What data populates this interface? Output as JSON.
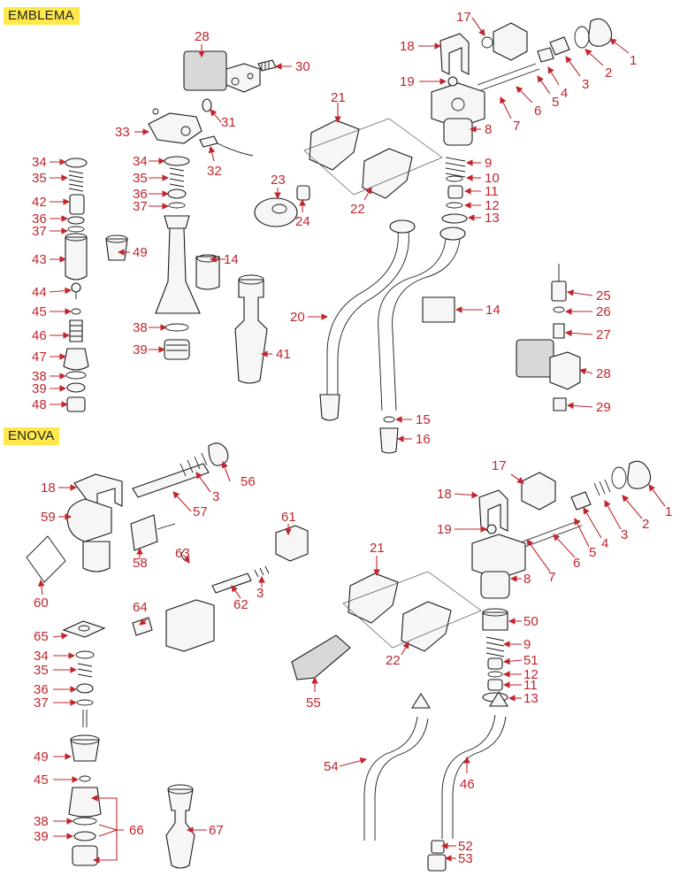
{
  "sections": {
    "emblema": "EMBLEMA",
    "enova": "ENOVA"
  },
  "leader_color": "#c0262d",
  "label_bg": "#ffe94a",
  "callouts": {
    "e1": "1",
    "e2": "2",
    "e3": "3",
    "e4": "4",
    "e5": "5",
    "e6": "6",
    "e7": "7",
    "e8": "8",
    "e9": "9",
    "e10": "10",
    "e11": "11",
    "e12": "12",
    "e13": "13",
    "e14a": "14",
    "e14b": "14",
    "e15": "15",
    "e16": "16",
    "e17": "17",
    "e18": "18",
    "e19": "19",
    "e20": "20",
    "e21": "21",
    "e22": "22",
    "e23": "23",
    "e24": "24",
    "e25": "25",
    "e26": "26",
    "e27": "27",
    "e28a": "28",
    "e28b": "28",
    "e29": "29",
    "e30": "30",
    "e31": "31",
    "e32": "32",
    "e33": "33",
    "e34a": "34",
    "e34b": "34",
    "e35a": "35",
    "e35b": "35",
    "e36a": "36",
    "e36b": "36",
    "e37a": "37",
    "e37b": "37",
    "e38a": "38",
    "e38b": "38",
    "e39a": "39",
    "e39b": "39",
    "e41": "41",
    "e42": "42",
    "e43": "43",
    "e44": "44",
    "e45": "45",
    "e46": "46",
    "e47": "47",
    "e48": "48",
    "e49": "49",
    "n1": "1",
    "n2": "2",
    "n3a": "3",
    "n3b": "3",
    "n3c": "3",
    "n4": "4",
    "n5": "5",
    "n6": "6",
    "n7": "7",
    "n8": "8",
    "n9": "9",
    "n11": "11",
    "n12": "12",
    "n13": "13",
    "n17": "17",
    "n18a": "18",
    "n18b": "18",
    "n19": "19",
    "n21": "21",
    "n22": "22",
    "n34": "34",
    "n35": "35",
    "n36": "36",
    "n37": "37",
    "n38": "38",
    "n39": "39",
    "n45": "45",
    "n46": "46",
    "n49": "49",
    "n50": "50",
    "n51": "51",
    "n52": "52",
    "n53": "53",
    "n54": "54",
    "n55": "55",
    "n56": "56",
    "n57": "57",
    "n58": "58",
    "n59": "59",
    "n60": "60",
    "n61": "61",
    "n62": "62",
    "n63": "63",
    "n64": "64",
    "n65": "65",
    "n66": "66",
    "n67": "67"
  }
}
